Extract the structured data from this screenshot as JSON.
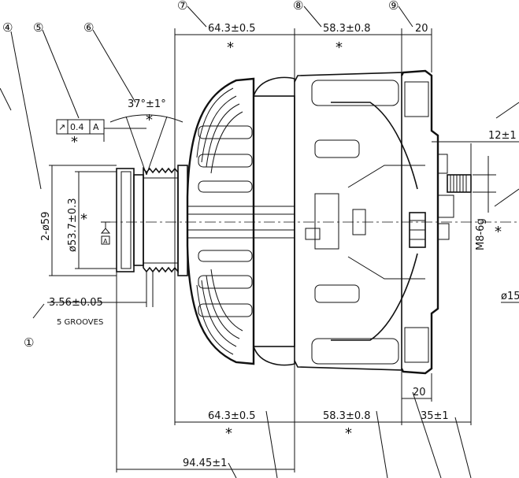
{
  "dimensions": {
    "top_a": "64.3±0.5",
    "top_b": "58.3±0.8",
    "top_c": "20",
    "right_a": "12±1",
    "thread": "M8-6g",
    "right_partial": "ø15",
    "angle": "37°±1°",
    "runout_symbol": "↗",
    "runout_value": "0.4",
    "runout_datum": "A",
    "datum_label": "A",
    "dia_59": "2-ø59",
    "dia_53": "ø53.7±0.3",
    "groove_width": "3.56±0.05",
    "grooves": "5 GROOVES",
    "bottom_c": "20",
    "bottom_a": "64.3±0.5",
    "bottom_b": "58.3±0.8",
    "bottom_d": "35±1",
    "overall": "94.45±1"
  },
  "balloons": {
    "b1": "①",
    "b4": "④",
    "b5": "⑤",
    "b6": "⑥",
    "b7": "⑦",
    "b8": "⑧",
    "b9": "⑨"
  },
  "marks": {
    "star": "*"
  }
}
